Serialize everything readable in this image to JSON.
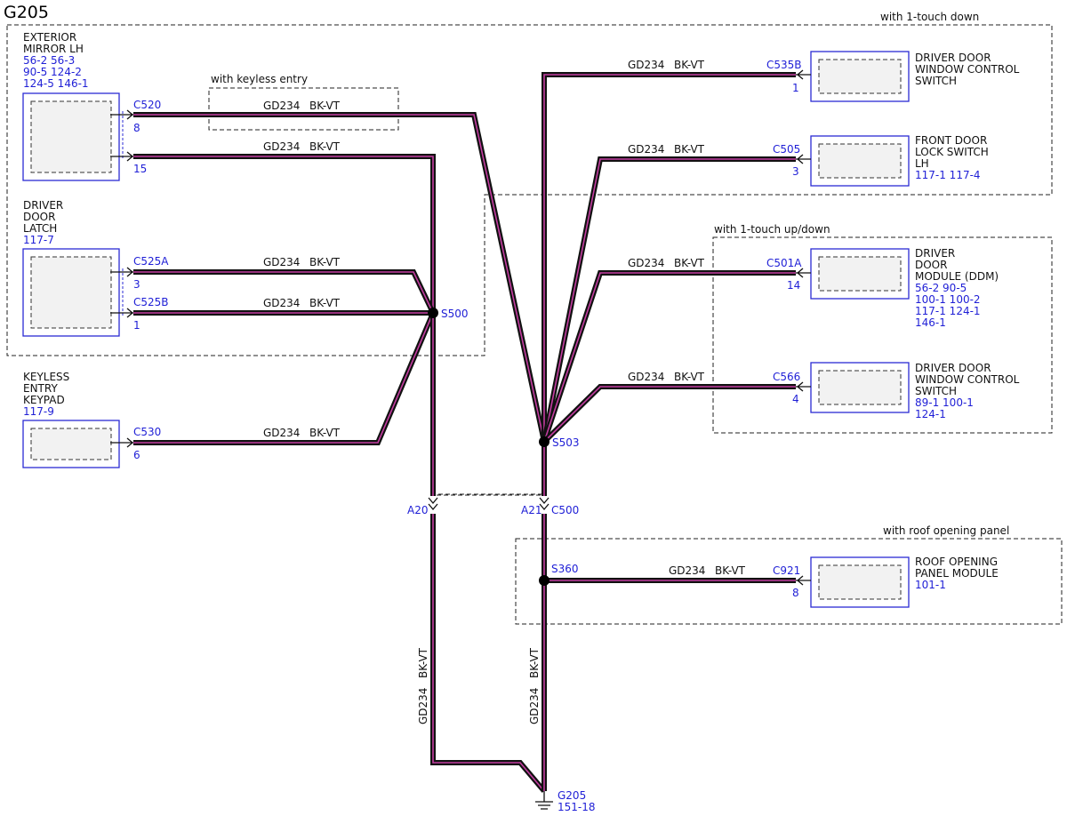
{
  "page_title": "G205",
  "wire": {
    "circuit": "GD234",
    "color": "BK-VT"
  },
  "options": {
    "one_touch_down": "with 1-touch down",
    "keyless_entry": "with keyless entry",
    "one_touch_updown": "with 1-touch up/down",
    "roof_panel": "with roof opening panel"
  },
  "components": {
    "mirror": {
      "name": [
        "EXTERIOR",
        "MIRROR LH"
      ],
      "refs": [
        "56-2   56-3",
        "90-5   124-2",
        "124-5 146-1"
      ]
    },
    "latch": {
      "name": [
        "DRIVER",
        "DOOR",
        "LATCH"
      ],
      "refs": [
        "117-7"
      ]
    },
    "keypad": {
      "name": [
        "KEYLESS",
        "ENTRY",
        "KEYPAD"
      ],
      "refs": [
        "117-9"
      ]
    },
    "dw_switch1": {
      "name": [
        "DRIVER DOOR",
        "WINDOW CONTROL",
        "SWITCH"
      ],
      "refs": []
    },
    "lock_switch": {
      "name": [
        "FRONT DOOR",
        "LOCK SWITCH",
        "LH"
      ],
      "refs": [
        "117-1 117-4"
      ]
    },
    "ddm": {
      "name": [
        "DRIVER",
        "DOOR",
        "MODULE (DDM)"
      ],
      "refs": [
        "56-2   90-5",
        "100-1 100-2",
        "117-1 124-1",
        "146-1"
      ]
    },
    "dw_switch2": {
      "name": [
        "DRIVER DOOR",
        "WINDOW CONTROL",
        "SWITCH"
      ],
      "refs": [
        "89-1   100-1",
        "124-1"
      ]
    },
    "roof_module": {
      "name": [
        "ROOF OPENING",
        "PANEL MODULE"
      ],
      "refs": [
        "101-1"
      ]
    }
  },
  "connectors": {
    "c520": {
      "id": "C520",
      "pins": [
        "8",
        "15"
      ]
    },
    "c525a": {
      "id": "C525A",
      "pin": "3"
    },
    "c525b": {
      "id": "C525B",
      "pin": "1"
    },
    "c530": {
      "id": "C530",
      "pin": "6"
    },
    "c535b": {
      "id": "C535B",
      "pin": "1"
    },
    "c505": {
      "id": "C505",
      "pin": "3"
    },
    "c501a": {
      "id": "C501A",
      "pin": "14"
    },
    "c566": {
      "id": "C566",
      "pin": "4"
    },
    "c921": {
      "id": "C921",
      "pin": "8"
    },
    "c500": {
      "id": "C500",
      "pins": [
        "A20",
        "A21"
      ]
    }
  },
  "splices": {
    "s500": "S500",
    "s503": "S503",
    "s360": "S360"
  },
  "ground": {
    "id": "G205",
    "ref": "151-18"
  }
}
